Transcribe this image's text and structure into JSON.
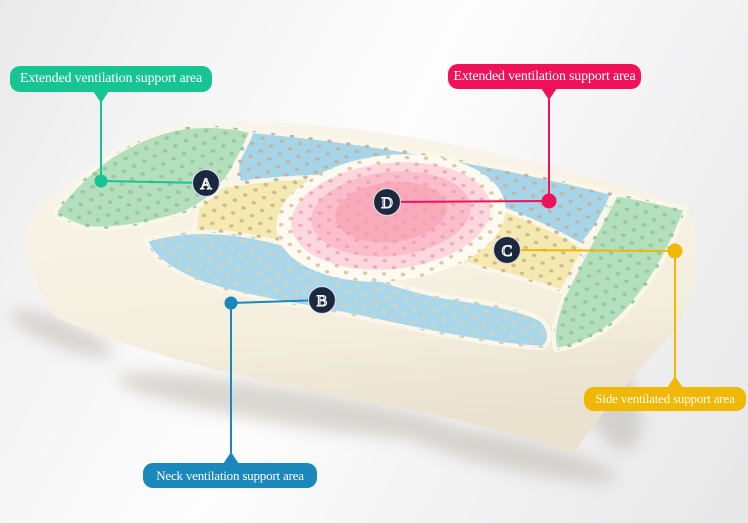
{
  "callouts": {
    "extended_left": {
      "text": "Extended ventilation support area",
      "zone": "A",
      "color": "#16c592"
    },
    "extended_top": {
      "text": "Extended ventilation support area",
      "zone": "D",
      "color": "#f0115a"
    },
    "side": {
      "text": "Side ventilated support area",
      "zone": "C",
      "color": "#f0b705"
    },
    "neck": {
      "text": "Neck ventilation support area",
      "zone": "B",
      "color": "#1b88bb"
    }
  },
  "badges": {
    "a": {
      "letter": "A"
    },
    "b": {
      "letter": "B"
    },
    "c": {
      "letter": "C"
    },
    "d": {
      "letter": "D"
    }
  },
  "palette": {
    "body_light": "#f9f4e8",
    "body_dark": "#eade",
    "cream_top": "#f9f4e8",
    "cream_bottom": "#eae1cf",
    "gap_stroke": "#faf6ea",
    "zone_green": "#b4dfbc",
    "zone_blue_band": "#a6d4e8",
    "zone_blue_neck": "#a9d6e9",
    "zone_yellow": "#f4e9b0",
    "ring_white": "#fdfaf1",
    "pink_outer": "#fcd7dd",
    "pink_mid": "#fabdc9",
    "pink_inner": "#f8a9ba",
    "dots_green": "#96c9a3",
    "dots_blue_band": "#c4b49c",
    "dots_blue_neck": "#ccd4c2",
    "dots_yellow": "#d3b98c",
    "dots_ring": "#dcc8a4",
    "dots_pink": "#eb9fae",
    "badge_bg": "#1b2940",
    "badge_ring": "#e8ecf2",
    "shadow": "#bdb9af"
  }
}
